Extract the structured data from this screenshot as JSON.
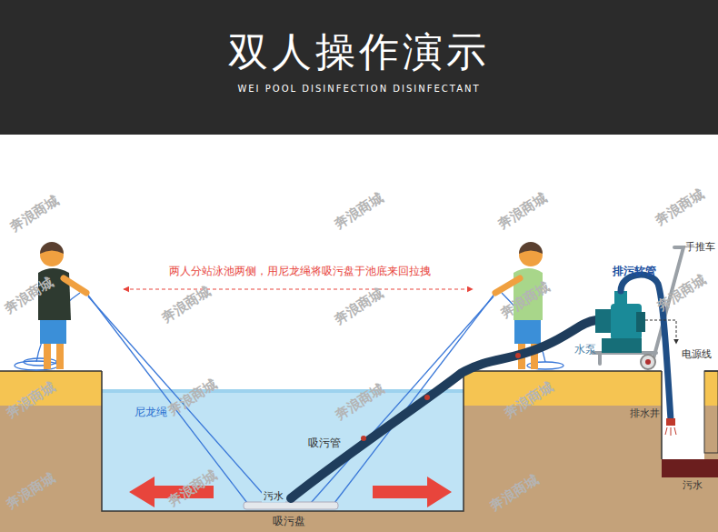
{
  "diagram": {
    "title": "双人操作演示",
    "caption": "WEI POOL DISINFECTION DISINFECTANT",
    "labels": [
      "两人分站泳池两侧，用尼龙绳将吸污盘于池底来回拉拽",
      "手推车",
      "排污软管",
      "水泵",
      "电源线",
      "排水井",
      "污水",
      "尼龙绳",
      "吸污管",
      "污水",
      "吸污盘",
      "奔浪商城",
      "奔浪商城",
      "奔浪商城",
      "奔浪商城",
      "奔浪商城",
      "奔浪商城",
      "奔浪商城",
      "奔浪商城",
      "奔浪商城",
      "奔浪商城",
      "奔浪商城",
      "奔浪商城",
      "奔浪商城",
      "奔浪商城",
      "奔浪商城",
      "奔浪商城"
    ]
  }
}
